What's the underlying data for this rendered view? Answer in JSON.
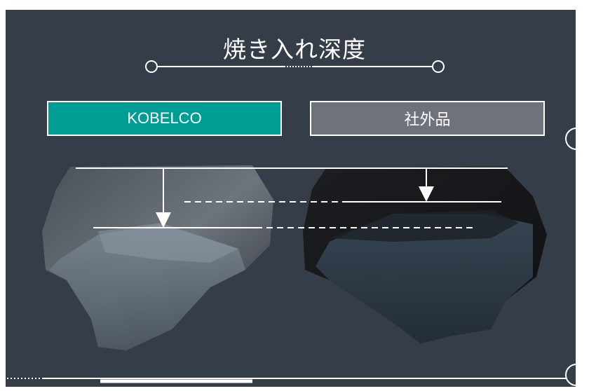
{
  "title": "焼き入れ深度",
  "labels": {
    "kobelco": "KOBELCO",
    "other": "社外品"
  },
  "colors": {
    "background": "#343d48",
    "kobelco_tag": "#009d94",
    "other_tag": "#6e727a",
    "lines": "#ffffff"
  },
  "images": {
    "left": "kobelco-bucket-tooth-cross-section",
    "right": "aftermarket-bucket-tooth-cross-section"
  }
}
